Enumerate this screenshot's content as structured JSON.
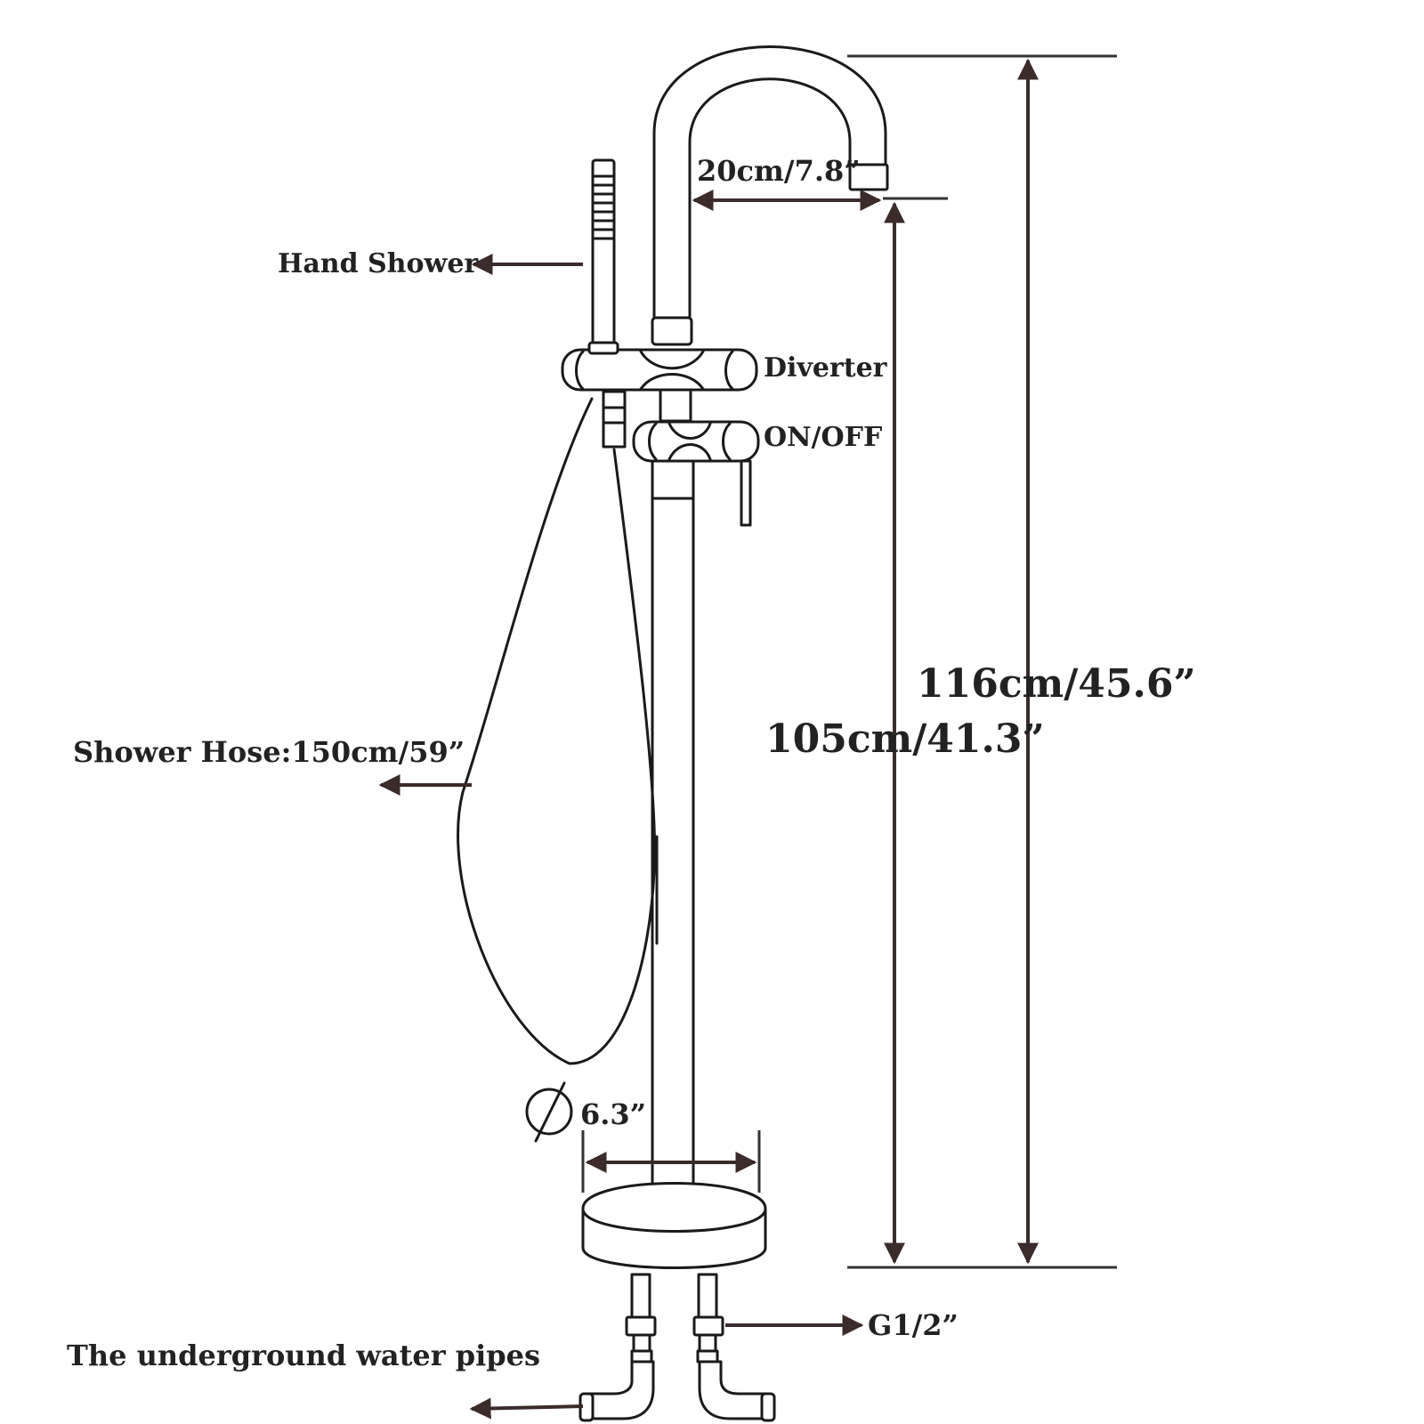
{
  "labels": {
    "hand_shower": "Hand Shower",
    "diverter": "Diverter",
    "on_off": "ON/OFF",
    "shower_hose": "Shower Hose:150cm/59”",
    "spout_reach": "20cm/7.8”",
    "total_height": "116cm/45.6”",
    "spout_height": "105cm/41.3”",
    "base_diameter": "6.3”",
    "connector": "G1/2”",
    "pipes": "The underground water pipes"
  },
  "colors": {
    "line": "#1a1a1a",
    "dimension": "#3b2b2b",
    "text": "#222222"
  },
  "icons": {
    "diameter_symbol": "diameter-icon"
  }
}
